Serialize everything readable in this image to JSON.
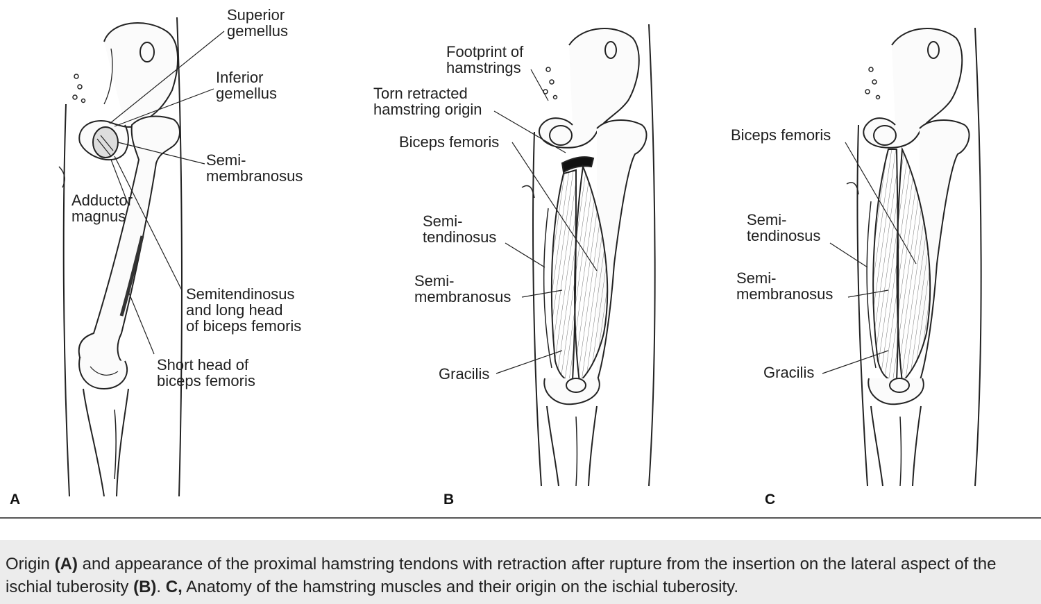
{
  "panels": {
    "a": {
      "letter": "A",
      "labels": {
        "superior_gemellus": "Superior\ngemellus",
        "inferior_gemellus": "Inferior\ngemellus",
        "semimembranosus": "Semi-\nmembranosus",
        "adductor_magnus": "Adductor\nmagnus",
        "semitendinosus_biceps": "Semitendinosus\nand long head\nof biceps femoris",
        "short_head": "Short head of\nbiceps femoris"
      }
    },
    "b": {
      "letter": "B",
      "labels": {
        "footprint": "Footprint of\nhamstrings",
        "torn_retracted": "Torn retracted\nhamstring origin",
        "biceps_femoris": "Biceps femoris",
        "semitendinosus": "Semi-\ntendinosus",
        "semimembranosus": "Semi-\nmembranosus",
        "gracilis": "Gracilis"
      }
    },
    "c": {
      "letter": "C",
      "labels": {
        "biceps_femoris": "Biceps femoris",
        "semitendinosus": "Semi-\ntendinosus",
        "semimembranosus": "Semi-\nmembranosus",
        "gracilis": "Gracilis"
      }
    }
  },
  "caption": {
    "t1": "Origin ",
    "b1": "(A)",
    "t2": " and appearance of the proximal hamstring tendons with retraction after rupture from the insertion on the lateral aspect of the ischial tuberosity ",
    "b2": "(B)",
    "t3": ". ",
    "b3": "C,",
    "t4": " Anatomy of the hamstring muscles and their origin on the ischial tuberosity."
  }
}
